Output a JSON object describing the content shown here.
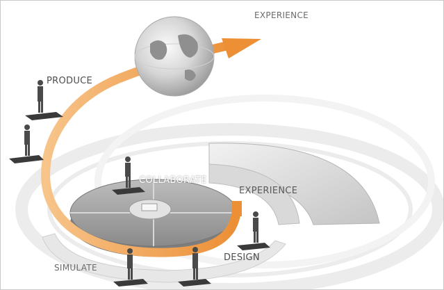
{
  "labels": {
    "experience_top": "EXPERIENCE",
    "produce": "PRODUCE",
    "collaborate": "COLLABORATE",
    "experience_ring": "EXPERIENCE",
    "design": "DESIGN",
    "simulate": "SIMULATE"
  },
  "colors": {
    "arrow_orange": "#f0a04b",
    "arrow_orange_dark": "#d9812e",
    "disc_gray": "#9a9a9a",
    "ring_light": "#e6e6e6",
    "text_gray": "#555555"
  }
}
